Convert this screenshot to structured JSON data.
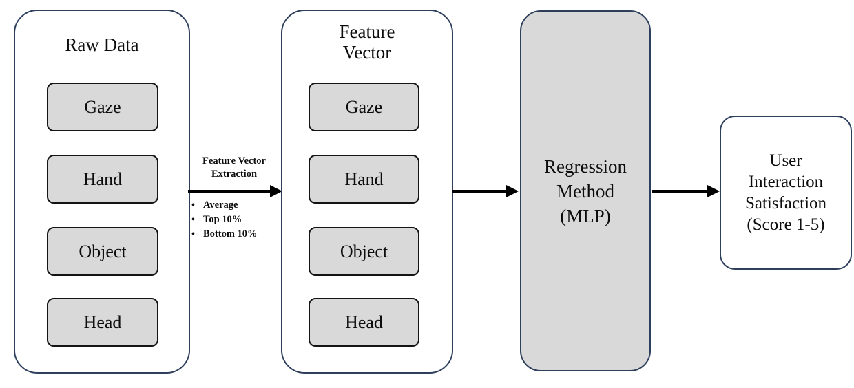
{
  "diagram": {
    "title": "",
    "colors": {
      "container_border": "#2e3f5c",
      "chip_fill": "#d9d9d9",
      "chip_border": "#141414",
      "process_fill": "#d9d9d9",
      "arrow": "#000000",
      "text": "#0d0d0d",
      "background": "#ffffff"
    },
    "groups": [
      {
        "id": "raw-data",
        "title": "Raw Data",
        "items": [
          {
            "label": "Gaze"
          },
          {
            "label": "Hand"
          },
          {
            "label": "Object"
          },
          {
            "label": "Head"
          }
        ]
      },
      {
        "id": "feature-vector",
        "title_line1": "Feature",
        "title_line2": "Vector",
        "items": [
          {
            "label": "Gaze"
          },
          {
            "label": "Hand"
          },
          {
            "label": "Object"
          },
          {
            "label": "Head"
          }
        ]
      }
    ],
    "annotation": {
      "title_line1": "Feature Vector",
      "title_line2": "Extraction",
      "bullet_glyph": "•",
      "bullets": [
        "Average",
        "Top 10%",
        "Bottom 10%"
      ]
    },
    "process": {
      "line1": "Regression",
      "line2": "Method",
      "line3": "(MLP)"
    },
    "output": {
      "line1": "User",
      "line2": "Interaction",
      "line3": "Satisfaction",
      "line4": "(Score 1-5)"
    }
  }
}
